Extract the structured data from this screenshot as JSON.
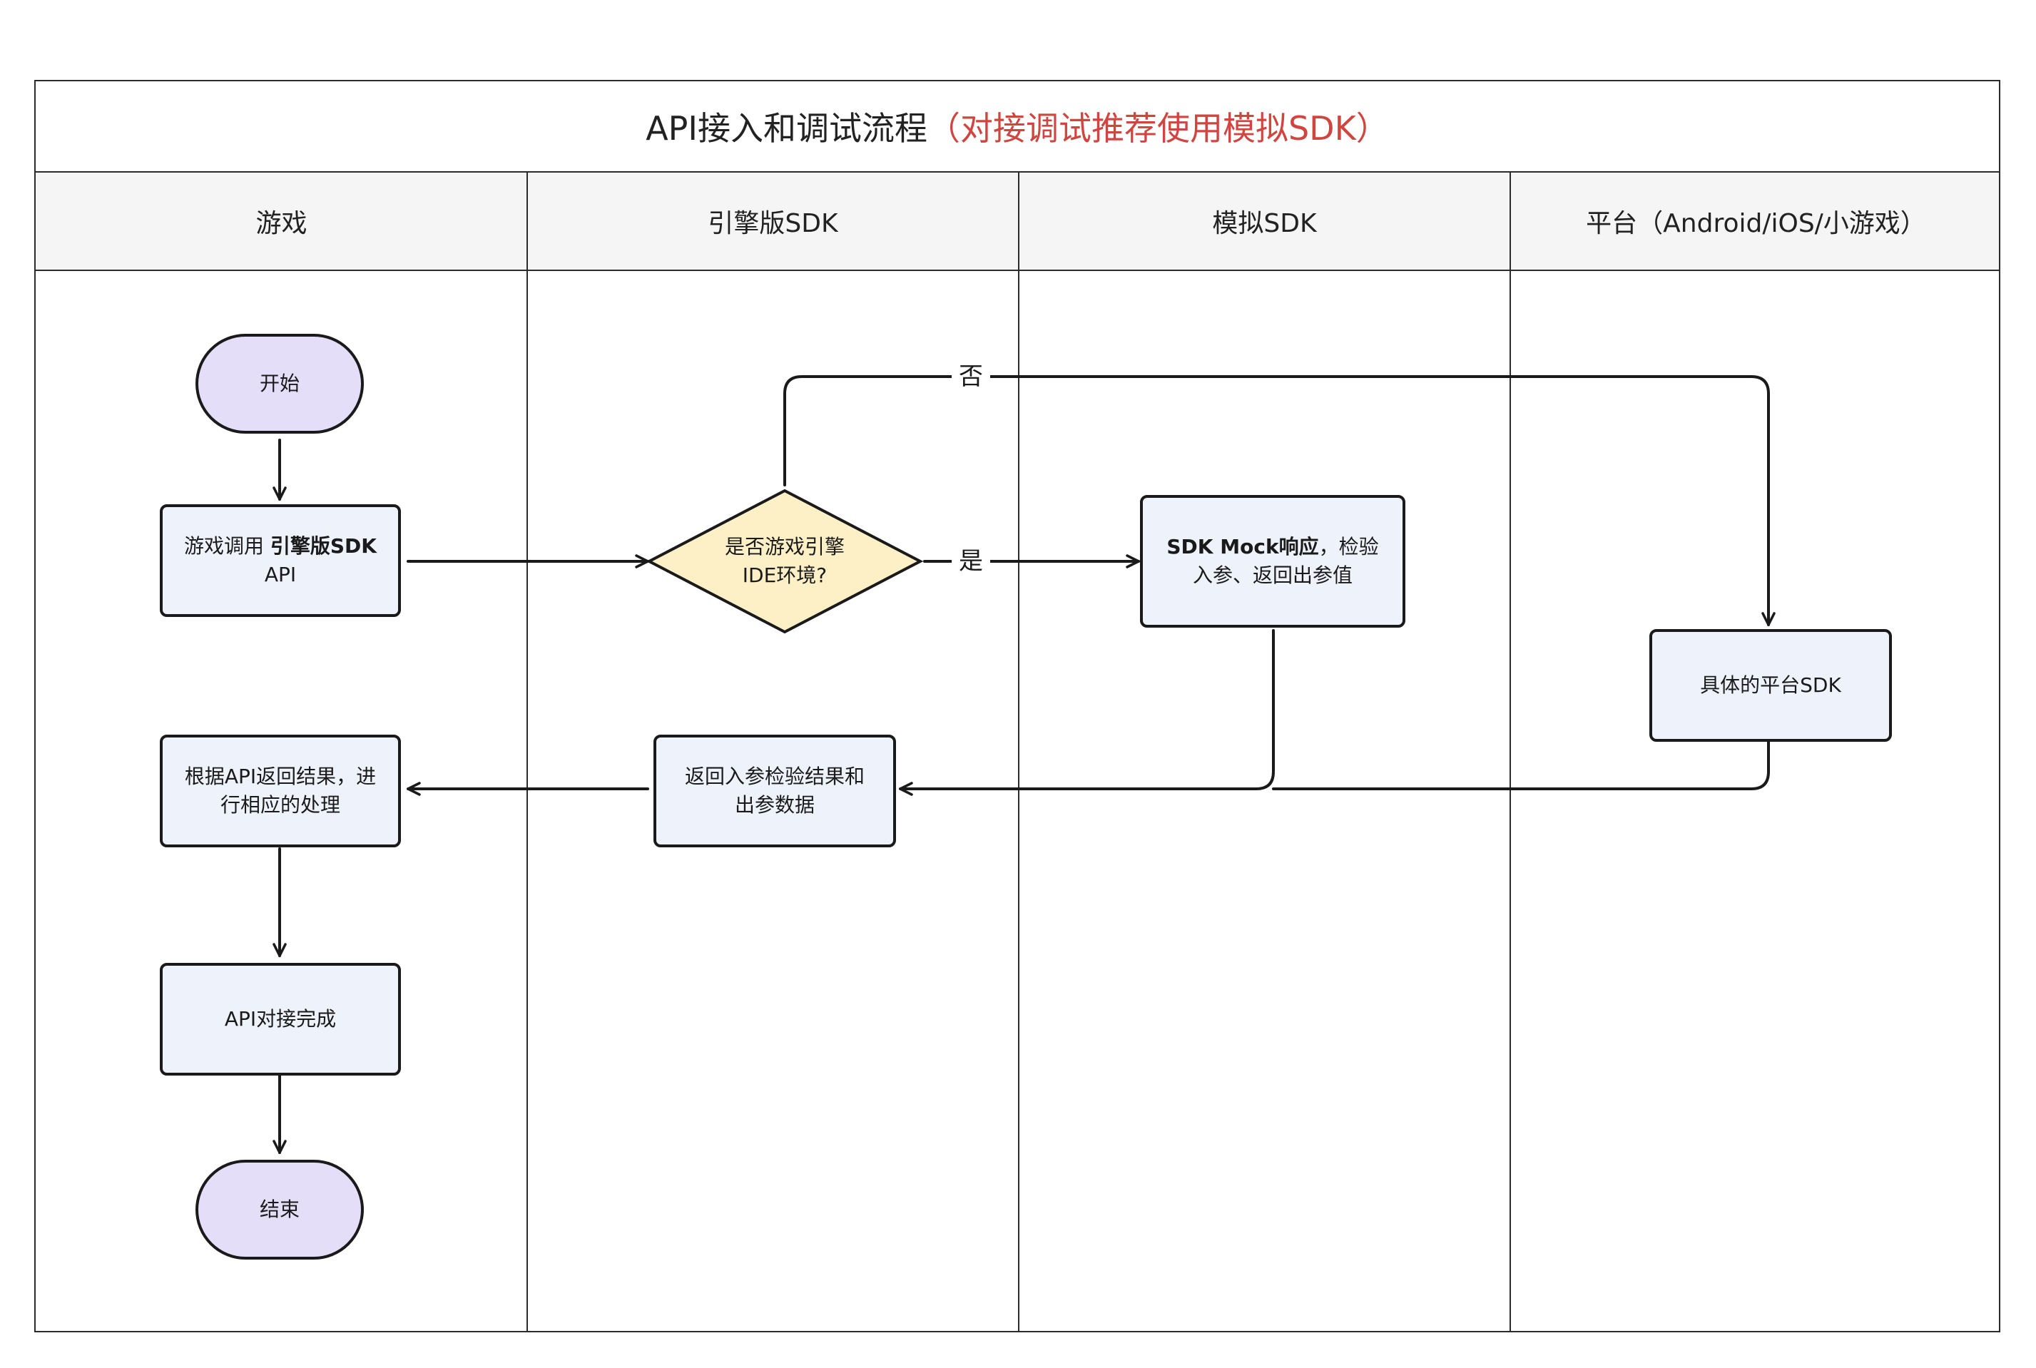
{
  "title": {
    "main": "API接入和调试流程",
    "accent": "（对接调试推荐使用模拟SDK）"
  },
  "lanes": [
    "游戏",
    "引擎版SDK",
    "模拟SDK",
    "平台（Android/iOS/小游戏）"
  ],
  "nodes": {
    "start": "开始",
    "call_prefix": "游戏调用 ",
    "call_bold": "引擎版SDK",
    "call_suffix": " API",
    "decision_line1": "是否游戏引擎",
    "decision_line2": "IDE环境?",
    "mock_bold": "SDK Mock响应",
    "mock_rest": "，检验入参、返回出参值",
    "platform_sdk": "具体的平台SDK",
    "return_data": "返回入参检验结果和出参数据",
    "handle": "根据API返回结果，进行相应的处理",
    "done": "API对接完成",
    "end": "结束"
  },
  "edge_labels": {
    "no": "否",
    "yes": "是"
  },
  "colors": {
    "accent": "#d0453f",
    "terminal": "#e5def8",
    "process": "#eef2fb",
    "decision": "#fdf0c7",
    "header_bg": "#f5f5f5"
  }
}
